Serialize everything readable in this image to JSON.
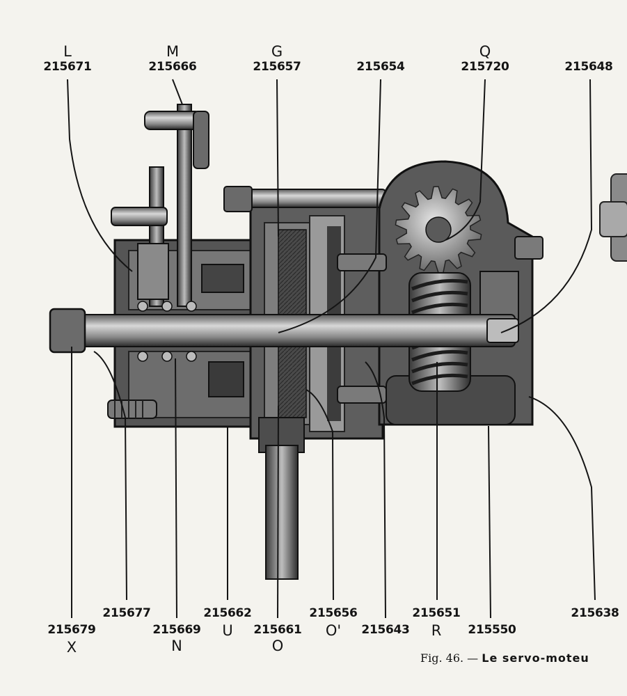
{
  "callouts": [
    {
      "id": "L",
      "letter": "L",
      "number": "215671"
    },
    {
      "id": "M",
      "letter": "M",
      "number": "215666"
    },
    {
      "id": "G",
      "letter": "G",
      "number": "215657"
    },
    {
      "id": "p215654",
      "letter": "",
      "number": "215654"
    },
    {
      "id": "Q",
      "letter": "Q",
      "number": "215720"
    },
    {
      "id": "p215648",
      "letter": "",
      "number": "215648"
    },
    {
      "id": "X",
      "letter": "X",
      "number": "215679"
    },
    {
      "id": "p215677",
      "letter": "",
      "number": "215677"
    },
    {
      "id": "N",
      "letter": "N",
      "number": "215669"
    },
    {
      "id": "U",
      "letter": "U",
      "number": "215662"
    },
    {
      "id": "O",
      "letter": "O",
      "number": "215661"
    },
    {
      "id": "Oprime",
      "letter": "O'",
      "number": "215656"
    },
    {
      "id": "p215643",
      "letter": "",
      "number": "215643"
    },
    {
      "id": "R",
      "letter": "R",
      "number": "215651"
    },
    {
      "id": "p215550",
      "letter": "",
      "number": "215550"
    },
    {
      "id": "p215638",
      "letter": "",
      "number": "215638"
    }
  ],
  "caption": {
    "figure": "Fig. 46. —",
    "title": "Le servo-moteu"
  },
  "colors": {
    "ink": "#141414",
    "paper": "#f4f3ee",
    "metal_dark": "#3a3a3a",
    "metal_mid": "#7a7a7a",
    "metal_light": "#c9c9c9"
  }
}
